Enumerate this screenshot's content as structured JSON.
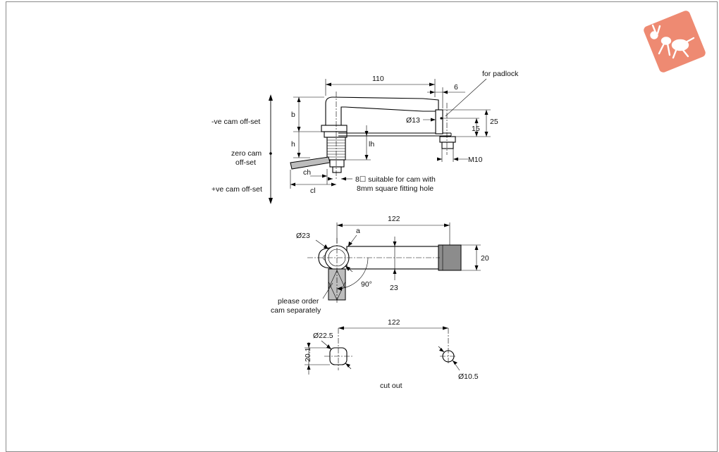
{
  "labels": {
    "neg_offset": "-ve cam off-set",
    "zero_offset_1": "zero cam",
    "zero_offset_2": "off-set",
    "pos_offset": "+ve cam off-set",
    "padlock": "for padlock",
    "dim_110": "110",
    "dim_6": "6",
    "dim_d13": "Ø13",
    "dim_25": "25",
    "dim_15": "15",
    "dim_m10": "M10",
    "dim_b": "b",
    "dim_h": "h",
    "dim_lh": "lh",
    "dim_ch": "ch",
    "dim_cl": "cl",
    "cam_note_1": "8☐ suitable for cam with",
    "cam_note_2": "8mm square fitting hole",
    "dim_122_top": "122",
    "dim_d23": "Ø23",
    "dim_a": "a",
    "dim_20": "20",
    "dim_23": "23",
    "dim_90": "90°",
    "order_note_1": "please order",
    "order_note_2": "cam separately",
    "dim_122_cut": "122",
    "dim_d22_5": "Ø22.5",
    "dim_20_1": "20.1",
    "dim_d10_5": "Ø10.5",
    "cutout": "cut out"
  },
  "colors": {
    "logo": "#ee8a72",
    "frame": "#8a8a8a"
  },
  "icons": {
    "logo": "ant-logo-icon"
  }
}
